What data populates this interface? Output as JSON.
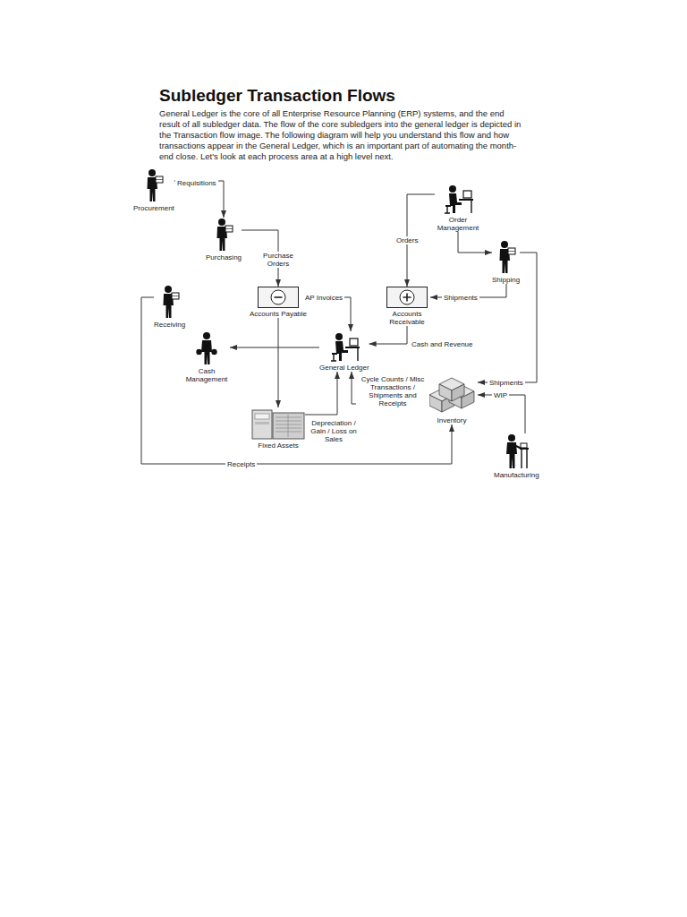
{
  "diagram": {
    "title": "Subledger Transaction Flows",
    "nodes": [
      {
        "text": [
          "Procurement"
        ]
      },
      {
        "text": [
          "Purchasing"
        ]
      },
      {
        "text": [
          "Accounts Payable"
        ]
      },
      {
        "text": [
          "Receiving"
        ]
      },
      {
        "text": [
          "Cash Management"
        ]
      },
      {
        "text": [
          "General Ledger"
        ]
      },
      {
        "text": [
          "Fixed Assets"
        ]
      },
      {
        "text": [
          "Order Management"
        ]
      },
      {
        "text": [
          "Shipping"
        ]
      },
      {
        "text": [
          "Accounts Receivable"
        ]
      },
      {
        "text": [
          "Inventory"
        ]
      },
      {
        "text": [
          "Manufacturing"
        ]
      }
    ],
    "edges": [
      {
        "from": 0,
        "to": 1,
        "arrow": "to",
        "label": "Requisitions"
      },
      {
        "from": 1,
        "to": 2,
        "arrow": "to",
        "label": "Purchase Orders"
      },
      {
        "from": 2,
        "to": 5,
        "arrow": "to",
        "label": "AP Invoices"
      },
      {
        "from": 2,
        "to": 6,
        "arrow": "to"
      },
      {
        "from": 5,
        "to": 4,
        "arrow": "to"
      },
      {
        "from": 6,
        "to": 5,
        "arrow": "to",
        "label": "Depreciation / Gain / Loss on Sales"
      },
      {
        "from": 7,
        "to": 9,
        "arrow": "to",
        "label": "Orders"
      },
      {
        "from": 8,
        "to": 9,
        "arrow": "to",
        "label": "Shipments"
      },
      {
        "from": 9,
        "to": 5,
        "arrow": "to",
        "label": "Cash and Revenue"
      },
      {
        "from": 8,
        "to": 10,
        "arrow": "to",
        "label": "Shipments"
      },
      {
        "from": 10,
        "to": 5,
        "arrow": "to",
        "label": "Cycle Counts / Misc Transactions / Shipments and Receipts"
      },
      {
        "from": 11,
        "to": 10,
        "arrow": "to",
        "label": "WIP"
      },
      {
        "from": 7,
        "to": 8,
        "arrow": "to"
      },
      {
        "from": 3,
        "to": 10,
        "arrow": "to",
        "label": "Receipts"
      }
    ],
    "labels": [
      "General Ledger is the core of all Enterprise Resource Planning (ERP) systems, and the end result of all subledger data. The flow of the core subledgers into the general ledger is depicted in the Transaction flow image. The following diagram will help you understand this flow and how transactions appear in the General Ledger, which is an important part of automating the month-end close. Let's look at each process area at a high level next."
    ]
  }
}
